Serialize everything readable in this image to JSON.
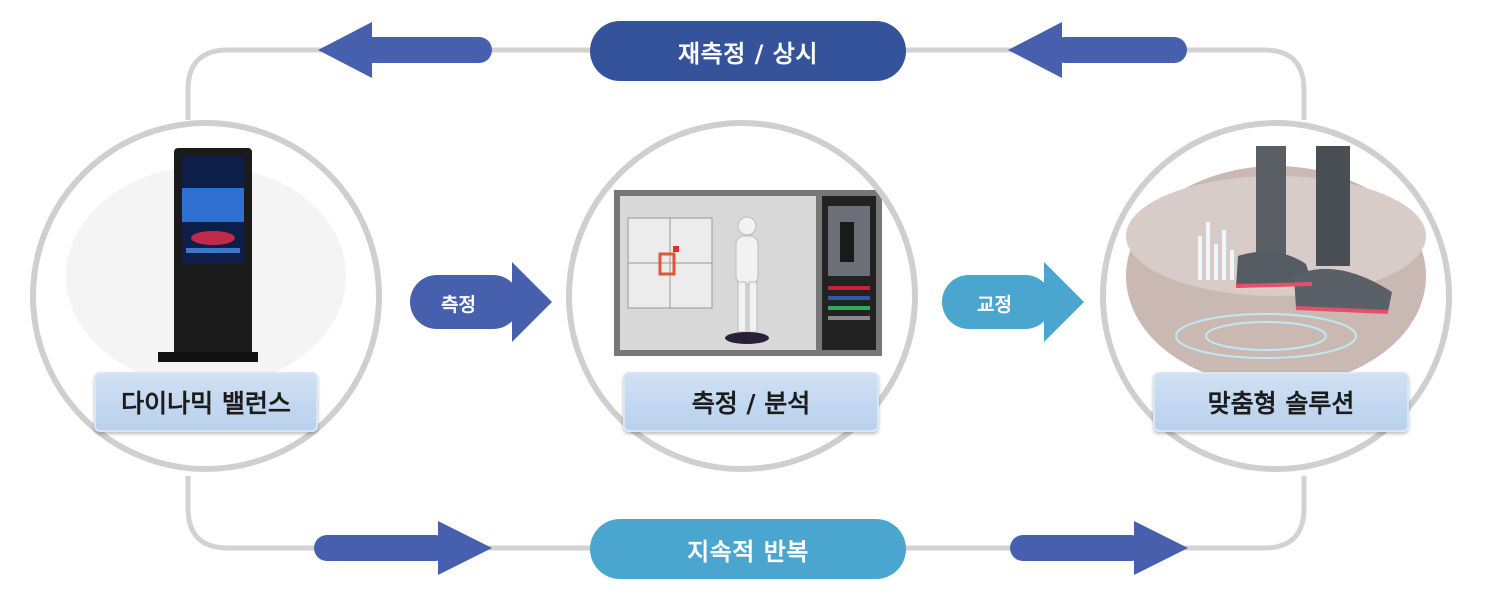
{
  "loop": {
    "top_label": "재측정 / 상시",
    "bottom_label": "지속적 반복"
  },
  "stages": [
    {
      "label": "다이나믹 밸런스",
      "icon": "kiosk-icon"
    },
    {
      "label": "측정 / 분석",
      "icon": "analysis-screen-icon"
    },
    {
      "label": "맞춤형 솔루션",
      "icon": "running-shoe-icon"
    }
  ],
  "arrows": [
    {
      "label": "측정"
    },
    {
      "label": "교정"
    }
  ],
  "colors": {
    "dark_blue": "#34539b",
    "mid_blue": "#4660ad",
    "light_blue": "#4aa6cf",
    "loop_gray": "#d2d2d2",
    "label_fill": "#c5d9f1"
  }
}
